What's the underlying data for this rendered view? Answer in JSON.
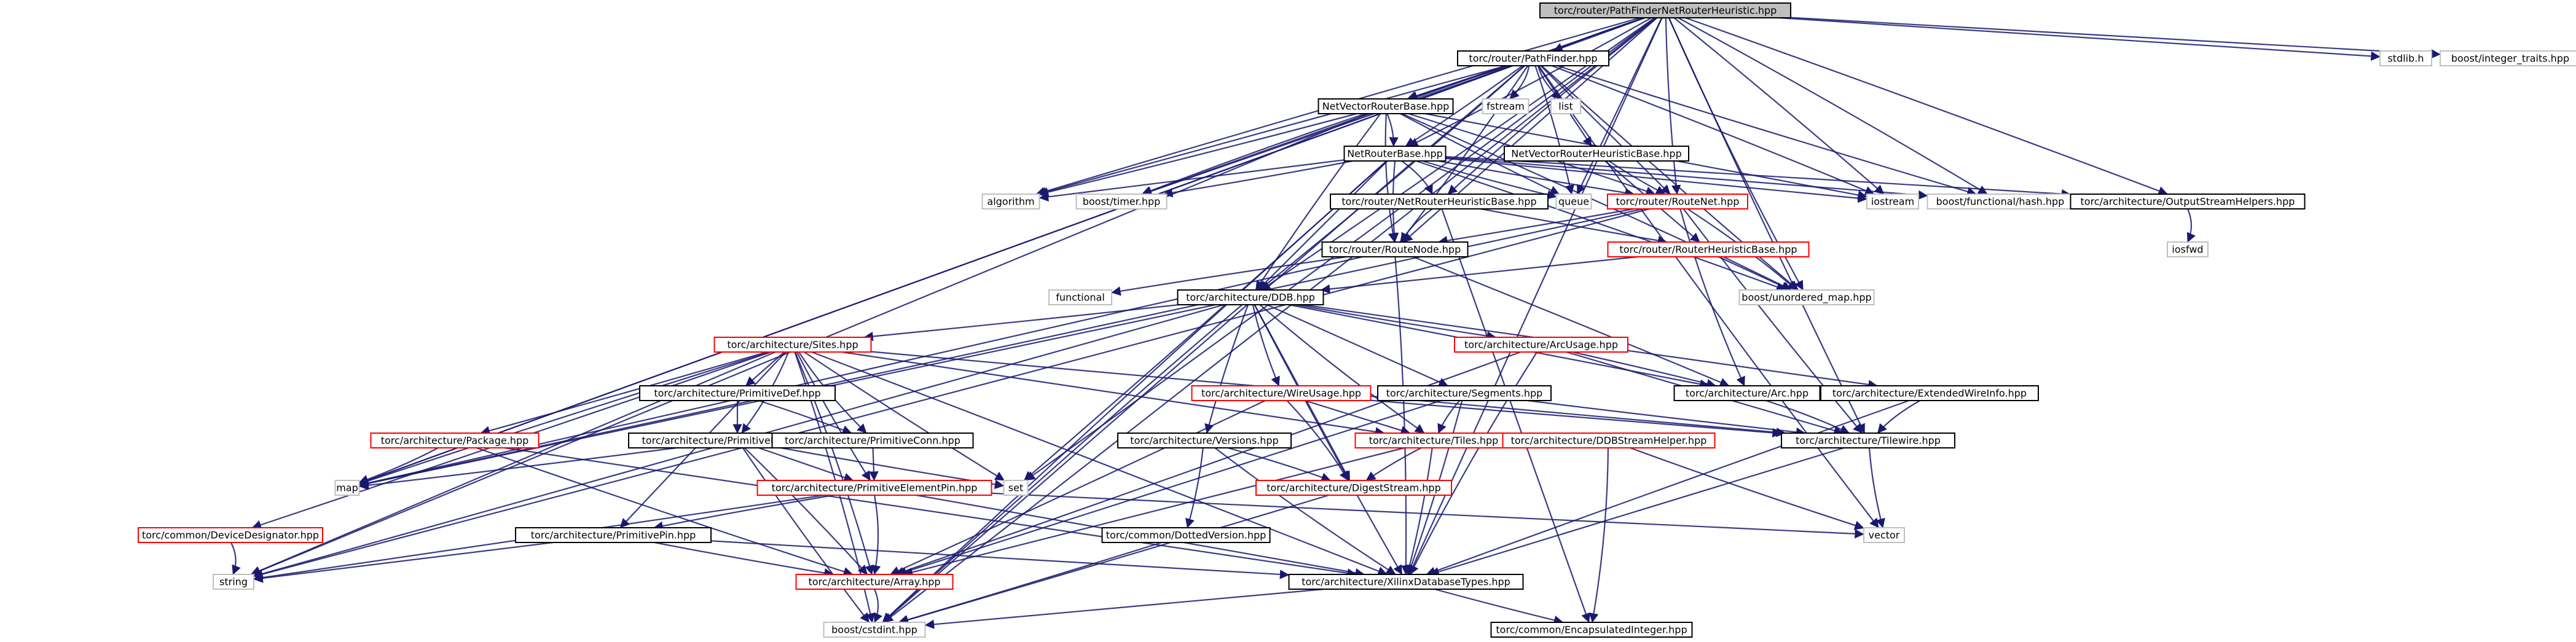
{
  "nodes": [
    {
      "id": "root",
      "label": "torc/router/PathFinderNetRouterHeuristic.hpp",
      "style": "root"
    },
    {
      "id": "pathfinder",
      "label": "torc/router/PathFinder.hpp",
      "style": "black"
    },
    {
      "id": "stdlib",
      "label": "stdlib.h",
      "style": "plain"
    },
    {
      "id": "inttraits",
      "label": "boost/integer_traits.hpp",
      "style": "plain"
    },
    {
      "id": "nvrb",
      "label": "NetVectorRouterBase.hpp",
      "style": "black"
    },
    {
      "id": "fstream",
      "label": "fstream",
      "style": "plain"
    },
    {
      "id": "list",
      "label": "list",
      "style": "plain"
    },
    {
      "id": "nrb",
      "label": "NetRouterBase.hpp",
      "style": "black"
    },
    {
      "id": "nvrhb",
      "label": "NetVectorRouterHeuristicBase.hpp",
      "style": "black"
    },
    {
      "id": "algorithm",
      "label": "algorithm",
      "style": "plain"
    },
    {
      "id": "timer",
      "label": "boost/timer.hpp",
      "style": "plain"
    },
    {
      "id": "queue",
      "label": "queue",
      "style": "plain"
    },
    {
      "id": "routenet",
      "label": "torc/router/RouteNet.hpp",
      "style": "red"
    },
    {
      "id": "iostream",
      "label": "iostream",
      "style": "plain"
    },
    {
      "id": "hash",
      "label": "boost/functional/hash.hpp",
      "style": "plain"
    },
    {
      "id": "osh",
      "label": "torc/architecture/OutputStreamHelpers.hpp",
      "style": "black"
    },
    {
      "id": "nrhb",
      "label": "torc/router/NetRouterHeuristicBase.hpp",
      "style": "black"
    },
    {
      "id": "iosfwd",
      "label": "iosfwd",
      "style": "plain"
    },
    {
      "id": "routenode",
      "label": "torc/router/RouteNode.hpp",
      "style": "black"
    },
    {
      "id": "rhb",
      "label": "torc/router/RouterHeuristicBase.hpp",
      "style": "red"
    },
    {
      "id": "functional",
      "label": "functional",
      "style": "plain"
    },
    {
      "id": "ddb",
      "label": "torc/architecture/DDB.hpp",
      "style": "black"
    },
    {
      "id": "umap",
      "label": "boost/unordered_map.hpp",
      "style": "plain"
    },
    {
      "id": "sites",
      "label": "torc/architecture/Sites.hpp",
      "style": "red"
    },
    {
      "id": "arcusage",
      "label": "torc/architecture/ArcUsage.hpp",
      "style": "red"
    },
    {
      "id": "wireusage",
      "label": "torc/architecture/WireUsage.hpp",
      "style": "red"
    },
    {
      "id": "segments",
      "label": "torc/architecture/Segments.hpp",
      "style": "black"
    },
    {
      "id": "arc",
      "label": "torc/architecture/Arc.hpp",
      "style": "black"
    },
    {
      "id": "ewi",
      "label": "torc/architecture/ExtendedWireInfo.hpp",
      "style": "black"
    },
    {
      "id": "pdef",
      "label": "torc/architecture/PrimitiveDef.hpp",
      "style": "black"
    },
    {
      "id": "package",
      "label": "torc/architecture/Package.hpp",
      "style": "red"
    },
    {
      "id": "pelem",
      "label": "torc/architecture/PrimitiveElement.hpp",
      "style": "black"
    },
    {
      "id": "pconn",
      "label": "torc/architecture/PrimitiveConn.hpp",
      "style": "black"
    },
    {
      "id": "versions",
      "label": "torc/architecture/Versions.hpp",
      "style": "black"
    },
    {
      "id": "tiles",
      "label": "torc/architecture/Tiles.hpp",
      "style": "red"
    },
    {
      "id": "ddbsh",
      "label": "torc/architecture/DDBStreamHelper.hpp",
      "style": "red"
    },
    {
      "id": "tilewire",
      "label": "torc/architecture/Tilewire.hpp",
      "style": "black"
    },
    {
      "id": "map",
      "label": "map",
      "style": "plain"
    },
    {
      "id": "set",
      "label": "set",
      "style": "plain"
    },
    {
      "id": "digest",
      "label": "torc/architecture/DigestStream.hpp",
      "style": "red"
    },
    {
      "id": "pepin",
      "label": "torc/architecture/PrimitiveElementPin.hpp",
      "style": "red"
    },
    {
      "id": "devdes",
      "label": "torc/common/DeviceDesignator.hpp",
      "style": "red"
    },
    {
      "id": "ppin",
      "label": "torc/architecture/PrimitivePin.hpp",
      "style": "black"
    },
    {
      "id": "dotted",
      "label": "torc/common/DottedVersion.hpp",
      "style": "black"
    },
    {
      "id": "vector",
      "label": "vector",
      "style": "plain"
    },
    {
      "id": "string",
      "label": "string",
      "style": "plain"
    },
    {
      "id": "array",
      "label": "torc/architecture/Array.hpp",
      "style": "red"
    },
    {
      "id": "xdt",
      "label": "torc/architecture/XilinxDatabaseTypes.hpp",
      "style": "black"
    },
    {
      "id": "cstdint",
      "label": "boost/cstdint.hpp",
      "style": "plain"
    },
    {
      "id": "encint",
      "label": "torc/common/EncapsulatedInteger.hpp",
      "style": "black"
    }
  ],
  "edges": [
    [
      "root",
      "pathfinder"
    ],
    [
      "root",
      "stdlib"
    ],
    [
      "root",
      "inttraits"
    ],
    [
      "root",
      "nvrb"
    ],
    [
      "root",
      "nrb"
    ],
    [
      "root",
      "nrhb"
    ],
    [
      "root",
      "routenet"
    ],
    [
      "root",
      "routenode"
    ],
    [
      "root",
      "ddb"
    ],
    [
      "root",
      "osh"
    ],
    [
      "root",
      "algorithm"
    ],
    [
      "root",
      "timer"
    ],
    [
      "root",
      "queue"
    ],
    [
      "root",
      "iostream"
    ],
    [
      "root",
      "hash"
    ],
    [
      "root",
      "umap"
    ],
    [
      "root",
      "tilewire"
    ],
    [
      "root",
      "xdt"
    ],
    [
      "root",
      "cstdint"
    ],
    [
      "root",
      "set"
    ],
    [
      "root",
      "map"
    ],
    [
      "pathfinder",
      "nvrb"
    ],
    [
      "pathfinder",
      "nvrhb"
    ],
    [
      "pathfinder",
      "nrb"
    ],
    [
      "pathfinder",
      "fstream"
    ],
    [
      "pathfinder",
      "list"
    ],
    [
      "pathfinder",
      "algorithm"
    ],
    [
      "pathfinder",
      "timer"
    ],
    [
      "pathfinder",
      "queue"
    ],
    [
      "pathfinder",
      "iostream"
    ],
    [
      "pathfinder",
      "hash"
    ],
    [
      "pathfinder",
      "umap"
    ],
    [
      "pathfinder",
      "routenet"
    ],
    [
      "pathfinder",
      "routenode"
    ],
    [
      "pathfinder",
      "ddb"
    ],
    [
      "pathfinder",
      "vector"
    ],
    [
      "pathfinder",
      "cstdint"
    ],
    [
      "pathfinder",
      "map"
    ],
    [
      "nvrb",
      "nrb"
    ],
    [
      "nvrb",
      "algorithm"
    ],
    [
      "nvrb",
      "timer"
    ],
    [
      "nvrb",
      "queue"
    ],
    [
      "nvrb",
      "iostream"
    ],
    [
      "nvrb",
      "umap"
    ],
    [
      "nvrb",
      "routenet"
    ],
    [
      "nvrb",
      "routenode"
    ],
    [
      "nvrb",
      "ddb"
    ],
    [
      "nvrb",
      "string"
    ],
    [
      "nrb",
      "algorithm"
    ],
    [
      "nrb",
      "timer"
    ],
    [
      "nrb",
      "queue"
    ],
    [
      "nrb",
      "iostream"
    ],
    [
      "nrb",
      "hash"
    ],
    [
      "nrb",
      "osh"
    ],
    [
      "nrb",
      "nrhb"
    ],
    [
      "nrb",
      "routenet"
    ],
    [
      "nrb",
      "routenode"
    ],
    [
      "nrb",
      "ddb"
    ],
    [
      "nrb",
      "set"
    ],
    [
      "nrb",
      "umap"
    ],
    [
      "nrb",
      "cstdint"
    ],
    [
      "nvrhb",
      "routenet"
    ],
    [
      "nvrhb",
      "rhb"
    ],
    [
      "routenet",
      "routenode"
    ],
    [
      "routenet",
      "umap"
    ],
    [
      "routenet",
      "arc"
    ],
    [
      "routenet",
      "tilewire"
    ],
    [
      "routenet",
      "map"
    ],
    [
      "routenet",
      "string"
    ],
    [
      "osh",
      "iosfwd"
    ],
    [
      "nrhb",
      "routenode"
    ],
    [
      "nrhb",
      "rhb"
    ],
    [
      "nrhb",
      "encint"
    ],
    [
      "routenode",
      "arc"
    ],
    [
      "routenode",
      "xdt"
    ],
    [
      "routenode",
      "functional"
    ],
    [
      "routenode",
      "map"
    ],
    [
      "rhb",
      "umap"
    ],
    [
      "rhb",
      "ddb"
    ],
    [
      "ddb",
      "sites"
    ],
    [
      "ddb",
      "arcusage"
    ],
    [
      "ddb",
      "wireusage"
    ],
    [
      "ddb",
      "segments"
    ],
    [
      "ddb",
      "arc"
    ],
    [
      "ddb",
      "ewi"
    ],
    [
      "ddb",
      "tiles"
    ],
    [
      "ddb",
      "versions"
    ],
    [
      "ddb",
      "digest"
    ],
    [
      "ddb",
      "map"
    ],
    [
      "ddb",
      "string"
    ],
    [
      "ddb",
      "cstdint"
    ],
    [
      "ddb",
      "xdt"
    ],
    [
      "sites",
      "pdef"
    ],
    [
      "sites",
      "package"
    ],
    [
      "sites",
      "pelem"
    ],
    [
      "sites",
      "pconn"
    ],
    [
      "sites",
      "pepin"
    ],
    [
      "sites",
      "ppin"
    ],
    [
      "sites",
      "devdes"
    ],
    [
      "sites",
      "array"
    ],
    [
      "sites",
      "map"
    ],
    [
      "sites",
      "set"
    ],
    [
      "sites",
      "string"
    ],
    [
      "sites",
      "xdt"
    ],
    [
      "sites",
      "cstdint"
    ],
    [
      "sites",
      "tilewire"
    ],
    [
      "sites",
      "tiles"
    ],
    [
      "arcusage",
      "tilewire"
    ],
    [
      "arcusage",
      "arc"
    ],
    [
      "arcusage",
      "array"
    ],
    [
      "arcusage",
      "xdt"
    ],
    [
      "wireusage",
      "tilewire"
    ],
    [
      "wireusage",
      "tiles"
    ],
    [
      "wireusage",
      "array"
    ],
    [
      "wireusage",
      "digest"
    ],
    [
      "segments",
      "tilewire"
    ],
    [
      "segments",
      "tiles"
    ],
    [
      "segments",
      "array"
    ],
    [
      "segments",
      "xdt"
    ],
    [
      "arc",
      "tilewire"
    ],
    [
      "ewi",
      "tilewire"
    ],
    [
      "ewi",
      "xdt"
    ],
    [
      "pdef",
      "pelem"
    ],
    [
      "pdef",
      "pconn"
    ],
    [
      "package",
      "map"
    ],
    [
      "package",
      "array"
    ],
    [
      "package",
      "xdt"
    ],
    [
      "pelem",
      "pepin"
    ],
    [
      "pelem",
      "array"
    ],
    [
      "pelem",
      "map"
    ],
    [
      "pelem",
      "set"
    ],
    [
      "pelem",
      "cstdint"
    ],
    [
      "pconn",
      "pepin"
    ],
    [
      "versions",
      "dotted"
    ],
    [
      "versions",
      "digest"
    ],
    [
      "versions",
      "xdt"
    ],
    [
      "tiles",
      "digest"
    ],
    [
      "tiles",
      "array"
    ],
    [
      "tiles",
      "xdt"
    ],
    [
      "ddbsh",
      "encint"
    ],
    [
      "ddbsh",
      "vector"
    ],
    [
      "tilewire",
      "vector"
    ],
    [
      "tilewire",
      "xdt"
    ],
    [
      "digest",
      "cstdint"
    ],
    [
      "pepin",
      "array"
    ],
    [
      "pepin",
      "ppin"
    ],
    [
      "pepin",
      "xdt"
    ],
    [
      "pepin",
      "string"
    ],
    [
      "pepin",
      "vector"
    ],
    [
      "devdes",
      "string"
    ],
    [
      "ppin",
      "array"
    ],
    [
      "ppin",
      "xdt"
    ],
    [
      "ppin",
      "string"
    ],
    [
      "dotted",
      "cstdint"
    ],
    [
      "array",
      "cstdint"
    ],
    [
      "xdt",
      "cstdint"
    ],
    [
      "xdt",
      "encint"
    ]
  ],
  "colors": {
    "edge": "#191970",
    "node_border_black": "#000000",
    "node_border_red": "#ff0000",
    "node_border_plain": "#bfbfbf",
    "root_fill": "#bfbfbf",
    "text": "#000000"
  }
}
